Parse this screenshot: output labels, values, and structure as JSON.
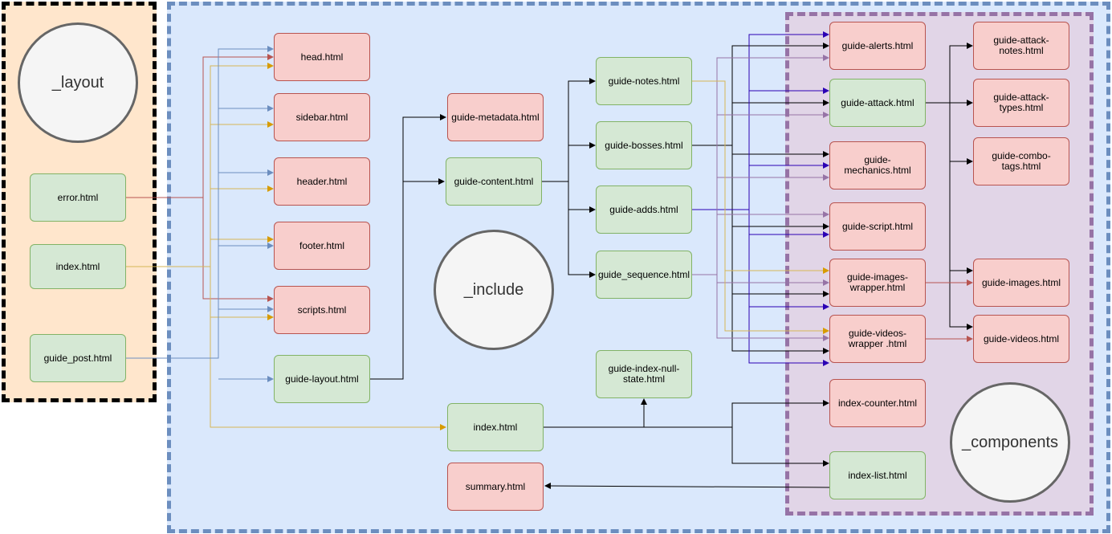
{
  "regions": {
    "layout": "_layout",
    "include": "_include",
    "components": "_components"
  },
  "colors": {
    "red": "#b85450",
    "yellow": "#d6b656",
    "blue": "#6c8ebf",
    "purple": "#9673a6",
    "indigo": "#2a00b4",
    "black": "#000000"
  },
  "layout_files": {
    "error": "error.html",
    "index": "index.html",
    "guide_post": "guide_post.html"
  },
  "include_files": {
    "head": "head.html",
    "sidebar": "sidebar.html",
    "header": "header.html",
    "footer": "footer.html",
    "scripts": "scripts.html",
    "guide_layout": "guide-layout.html",
    "guide_metadata": "guide-metadata.html",
    "guide_content": "guide-content.html",
    "index": "index.html",
    "summary": "summary.html",
    "guide_notes": "guide-notes.html",
    "guide_bosses": "guide-bosses.html",
    "guide_adds": "guide-adds.html",
    "guide_sequence": "guide_sequence.html",
    "guide_index_null_state": "guide-index-null-state.html"
  },
  "component_files": {
    "guide_alerts": "guide-alerts.html",
    "guide_attack": "guide-attack.html",
    "guide_mechanics": "guide-mechanics.html",
    "guide_script": "guide-script.html",
    "guide_images_wrapper": "guide-images-wrapper.html",
    "guide_videos_wrapper": "guide-videos-wrapper .html",
    "index_counter": "index-counter.html",
    "index_list": "index-list.html",
    "guide_attack_notes": "guide-attack-notes.html",
    "guide_attack_types": "guide-attack-types.html",
    "guide_combo_tags": "guide-combo-tags.html",
    "guide_images": "guide-images.html",
    "guide_videos": "guide-videos.html"
  }
}
